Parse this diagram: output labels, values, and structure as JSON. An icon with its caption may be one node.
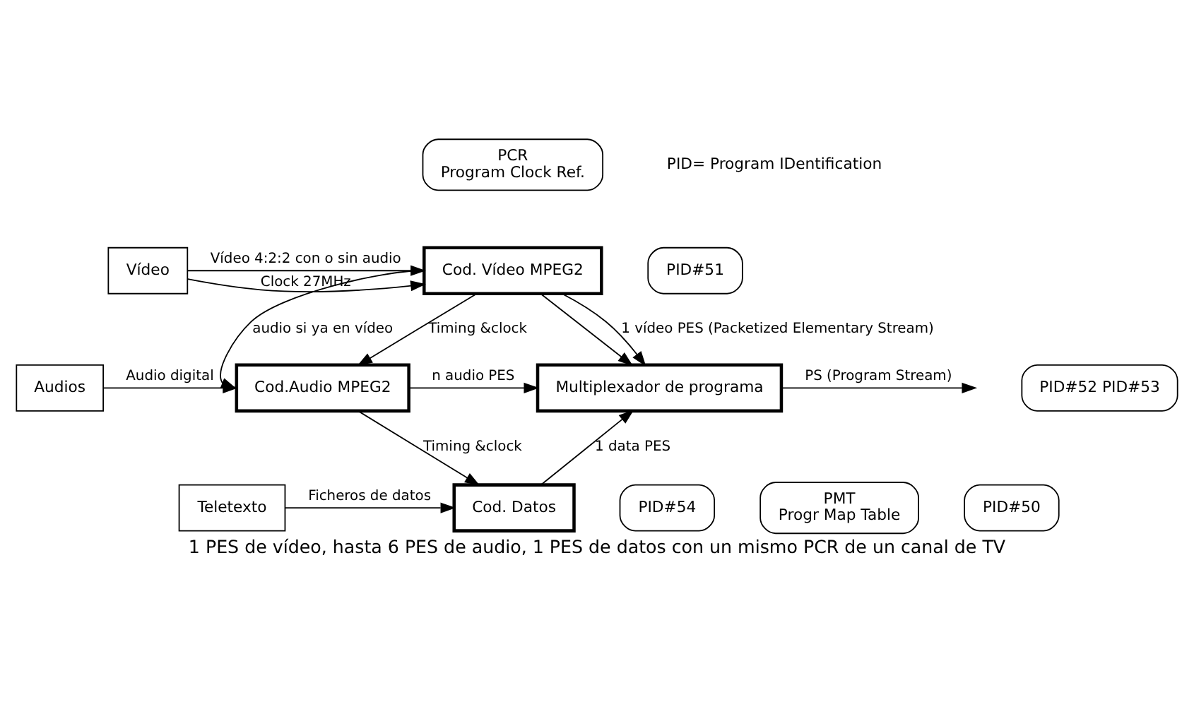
{
  "diagram": {
    "caption": "1 PES de vídeo, hasta 6 PES de audio, 1 PES de datos con un mismo PCR de un canal de TV",
    "nodes": [
      {
        "text": [
          "PCR",
          "Program Clock Ref."
        ]
      },
      {
        "text": [
          "Vídeo"
        ]
      },
      {
        "text": [
          "Cod. Vídeo MPEG2"
        ]
      },
      {
        "text": [
          "Multiplexador de programa"
        ]
      },
      {
        "text": [
          "Audios"
        ]
      },
      {
        "text": [
          "Cod.Audio MPEG2"
        ]
      },
      {
        "text": [
          "Teletexto"
        ]
      },
      {
        "text": [
          "Cod. Datos"
        ]
      },
      {
        "text": [
          "PID#51"
        ]
      },
      {
        "text": [
          "PID#52 PID#53"
        ]
      },
      {
        "text": [
          "PID#54"
        ]
      },
      {
        "text": [
          "PMT",
          "Progr Map Table"
        ]
      },
      {
        "text": [
          "PID#50"
        ]
      }
    ],
    "edges": [
      {
        "from": 1,
        "to": 2,
        "arrow": "to",
        "label": "Vídeo 4:2:2 con o sin audio"
      },
      {
        "from": 1,
        "to": 2,
        "arrow": "to",
        "label": "Clock 27MHz"
      },
      {
        "from": 2,
        "to": 3,
        "arrow": "to",
        "label": "1 vídeo PES (Packetized Elementary Stream)"
      },
      {
        "from": 2,
        "to": 3,
        "arrow": "to"
      },
      {
        "from": 2,
        "to": 5,
        "arrow": "to",
        "label": "Timing &clock"
      },
      {
        "from": 2,
        "to": 5,
        "arrow": "to",
        "label": "audio si ya en vídeo"
      },
      {
        "from": 4,
        "to": 5,
        "arrow": "to",
        "label": "Audio digital"
      },
      {
        "from": 5,
        "to": 3,
        "arrow": "to",
        "label": "n audio PES"
      },
      {
        "from": 5,
        "to": 7,
        "arrow": "to",
        "label": "Timing &clock"
      },
      {
        "from": 6,
        "to": 7,
        "arrow": "to",
        "label": "Ficheros de datos"
      },
      {
        "from": 7,
        "to": 3,
        "arrow": "to",
        "label": "1 data PES"
      },
      {
        "from": 3,
        "to": null,
        "arrow": "to",
        "label": "PS (Program Stream)"
      }
    ],
    "labels": [
      "PID= Program IDentification"
    ]
  }
}
